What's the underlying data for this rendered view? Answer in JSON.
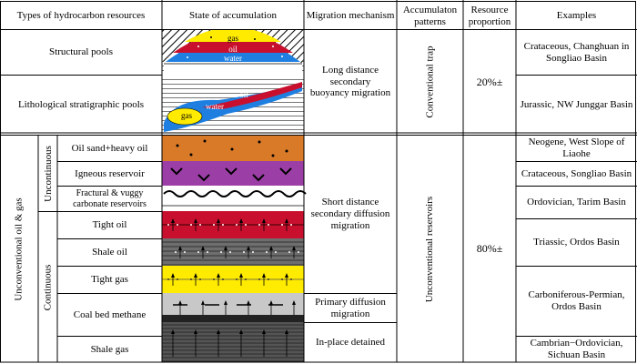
{
  "headers": {
    "types": "Types of hydrocarbon resources",
    "state": "State of accumulation",
    "migration": "Migration mechanism",
    "patterns": "Accumulaton patterns",
    "proportion": "Resource proportion",
    "examples": "Examples"
  },
  "conventional": {
    "rows": {
      "structural": "Structural pools",
      "lithological": "Lithological stratigraphic pools"
    },
    "migration": "Long distance secondary buoyancy migration",
    "pattern": "Conventional trap",
    "proportion": "20%±",
    "examples": {
      "structural": "Crataceous, Changhuan in Songliao Basin",
      "lithological": "Jurassic, NW Junggar Basin"
    },
    "fluids": {
      "gas": "gas",
      "oil": "oil",
      "water": "water"
    }
  },
  "unconventional": {
    "group": "Unconventional oil & gas",
    "uncontinuous": "Uncontinuous",
    "continuous": "Continuous",
    "rows": {
      "oil_sand": "Oil sand+heavy oil",
      "igneous": "Igneous reservoir",
      "fractural": "Fractural & vuggy carbonate reservoirs",
      "tight_oil": "Tight oil",
      "shale_oil": "Shale oil",
      "tight_gas": "Tight gas",
      "coal_bed": "Coal bed methane",
      "shale_gas": "Shale gas"
    },
    "migration": {
      "short": "Short distance secondary diffusion migration",
      "primary": "Primary diffusion migration",
      "inplace": "In-place detained"
    },
    "pattern": "Unconventional reservoirs",
    "proportion": "80%±",
    "examples": {
      "neogene": "Neogene, West Slope of Liaohe",
      "crataceous": "Crataceous, Songliao Basin",
      "ordovician": "Ordovician, Tarim Basin",
      "triassic": "Triassic, Ordos Basin",
      "carboniferous": "Carboniferous-Permian, Ordos Basin",
      "cambrian": "Cambrian−Ordovician, Sichuan Basin"
    }
  },
  "colors": {
    "gas": "#ffeb00",
    "oil": "#c8102e",
    "water": "#1e7fe0",
    "oil_sand": "#d97a28",
    "igneous": "#9b3fa6",
    "tight_gray": "#cccccc",
    "shale": "#6e6e6e",
    "coal": "#c8c8c8",
    "shale_gas": "#555555"
  }
}
